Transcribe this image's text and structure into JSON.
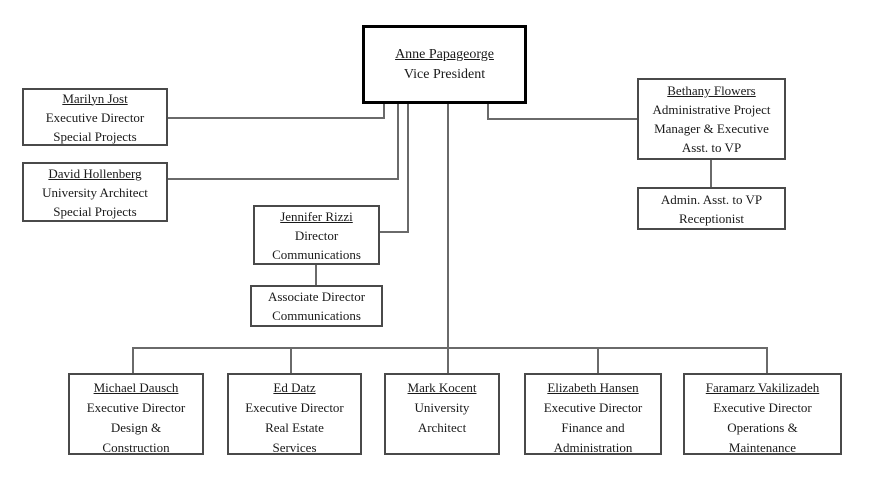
{
  "diagram_type": "org-chart",
  "colors": {
    "background": "#ffffff",
    "box_border": "#4a4a4a",
    "root_box_border": "#000000",
    "connector": "#6a6a6a",
    "text": "#1a1a1a"
  },
  "org": {
    "vp": {
      "name": "Anne Papageorge",
      "lines": [
        "Vice President"
      ]
    },
    "jost": {
      "name": "Marilyn Jost",
      "lines": [
        "Executive Director",
        "Special Projects"
      ]
    },
    "hollenberg": {
      "name": "David Hollenberg",
      "lines": [
        "University Architect",
        "Special Projects"
      ]
    },
    "flowers": {
      "name": "Bethany Flowers",
      "lines": [
        "Administrative Project",
        "Manager & Executive",
        "Asst. to VP"
      ]
    },
    "adminasst": {
      "lines": [
        "Admin. Asst. to VP",
        "Receptionist"
      ]
    },
    "rizzi": {
      "name": "Jennifer Rizzi",
      "lines": [
        "Director",
        "Communications"
      ]
    },
    "assocdir": {
      "lines": [
        "Associate Director",
        "Communications"
      ]
    },
    "dausch": {
      "name": "Michael Dausch",
      "lines": [
        "Executive Director",
        "Design &",
        "Construction"
      ]
    },
    "datz": {
      "name": "Ed Datz",
      "lines": [
        "Executive Director",
        "Real Estate",
        "Services"
      ]
    },
    "kocent": {
      "name": "Mark Kocent",
      "lines": [
        "University",
        "Architect"
      ]
    },
    "hansen": {
      "name": "Elizabeth Hansen",
      "lines": [
        "Executive Director",
        "Finance and",
        "Administration"
      ]
    },
    "vakilizadeh": {
      "name": "Faramarz Vakilizadeh",
      "lines": [
        "Executive Director",
        "Operations &",
        "Maintenance"
      ]
    }
  }
}
